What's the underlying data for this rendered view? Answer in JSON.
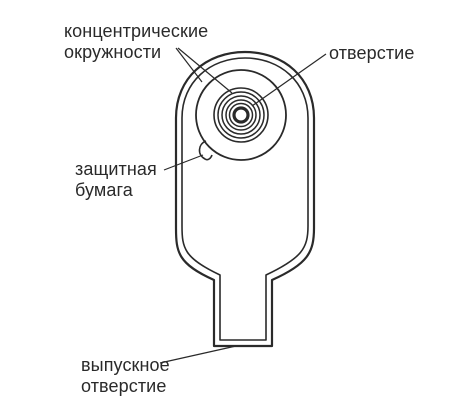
{
  "labels": {
    "rings": {
      "line1": "концентрические",
      "line2": "окружности"
    },
    "opening": "отверстие",
    "paper": {
      "line1": "защитная",
      "line2": "бумага"
    },
    "outlet": {
      "line1": "выпускное",
      "line2": "отверстие"
    }
  },
  "colors": {
    "outline": "#2a2a2a",
    "background": "#ffffff"
  }
}
